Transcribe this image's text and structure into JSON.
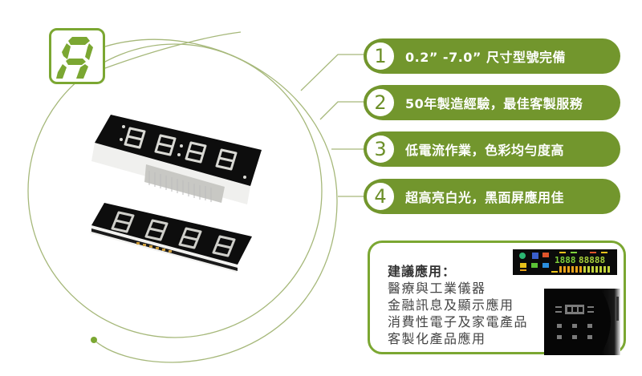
{
  "features": [
    {
      "number": "1",
      "text": "0.2”  -7.0”  尺寸型號完備"
    },
    {
      "number": "2",
      "text": "50年製造經驗，最佳客製服務"
    },
    {
      "number": "3",
      "text": "低電流作業，色彩均勻度高"
    },
    {
      "number": "4",
      "text": "超高亮白光，黑面屏應用佳"
    }
  ],
  "applications": {
    "title": "建議應用：",
    "items": [
      "醫療與工業儀器",
      "金融訊息及顯示應用",
      "消費性電子及家電產品",
      "客製化產品應用"
    ]
  },
  "icons": {
    "logo": "seven-segment-digit-icon",
    "products": "four-digit-led-display-image",
    "lcd": "multicolor-lcd-panel-image",
    "appliance": "rice-cooker-control-panel-image"
  },
  "colors": {
    "accent": "#72962d",
    "accent_light": "#7ba732",
    "line": "#a6b87a",
    "text_dark": "#333333"
  }
}
